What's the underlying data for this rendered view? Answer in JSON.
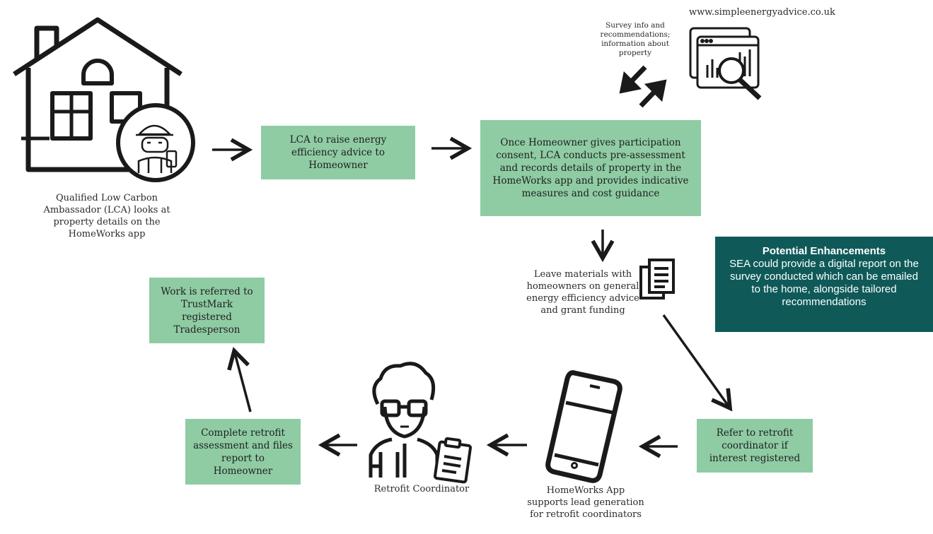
{
  "website": "www.simpleenergyadvice.co.uk",
  "survey_exchange_label": "Survey info and recommendations; information about property",
  "lca_caption": "Qualified Low Carbon Ambassador (LCA) looks at property details on the HomeWorks app",
  "box_raise_advice": "LCA to raise energy efficiency advice to Homeowner",
  "box_consent": "Once Homeowner gives participation consent, LCA conducts pre-assessment and records details of property in the HomeWorks app and provides indicative measures and cost guidance",
  "leave_materials": "Leave materials with homeowners on general energy efficiency advice and grant funding",
  "enhancements": {
    "title": "Potential Enhancements",
    "body": "SEA could provide a digital report on the survey conducted which can be emailed to the home, alongside tailored recommendations"
  },
  "box_refer": "Refer to retrofit coordinator if interest registered",
  "homeworks_caption": "HomeWorks App supports lead generation for retrofit coordinators",
  "retrofit_coordinator": "Retrofit Coordinator",
  "box_complete": "Complete retrofit assessment and files report to Homeowner",
  "box_trustmark": "Work is referred to TrustMark registered Tradesperson",
  "colors": {
    "box_green": "#8fcca4",
    "panel_teal": "#0f5a59",
    "ink": "#1f1f1f"
  },
  "icons": [
    "house-icon",
    "worker-icon",
    "web-analytics-icon",
    "documents-icon",
    "smartphone-icon",
    "coordinator-icon",
    "clipboard-icon"
  ]
}
